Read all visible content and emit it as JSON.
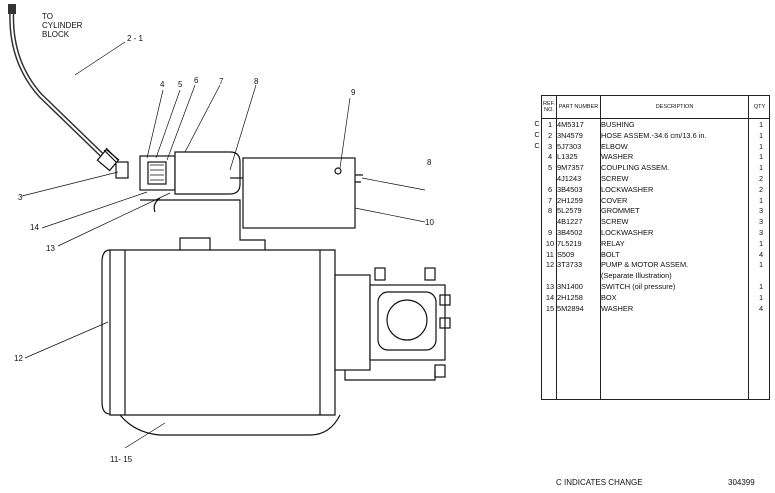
{
  "diagram": {
    "to_label": [
      "TO",
      "CYLINDER",
      "BLOCK"
    ],
    "callouts": {
      "c2_1": "2 - 1",
      "c3": "3",
      "c4": "4",
      "c5": "5",
      "c6": "6",
      "c7": "7",
      "c8a": "8",
      "c8b": "8",
      "c9": "9",
      "c10": "10",
      "c12": "12",
      "c13": "13",
      "c14": "14",
      "c11_15": "11- 15"
    }
  },
  "table": {
    "headers": {
      "ref": "REF. NO.",
      "part": "PART NUMBER",
      "desc": "DESCRIPTION",
      "qty": "QTY"
    },
    "rows": [
      {
        "chg": "C",
        "ref": "1",
        "pn": "4M5317",
        "desc": "BUSHING",
        "qty": "1"
      },
      {
        "chg": "C",
        "ref": "2",
        "pn": "3N4579",
        "desc": "HOSE ASSEM.-34.6 cm/13.6 in.",
        "qty": "1"
      },
      {
        "chg": "C",
        "ref": "3",
        "pn": "5J7303",
        "desc": "ELBOW",
        "qty": "1"
      },
      {
        "chg": "",
        "ref": "4",
        "pn": "L1325",
        "desc": "WASHER",
        "qty": "1"
      },
      {
        "chg": "",
        "ref": "5",
        "pn": "9M7357",
        "desc": "COUPLING ASSEM.",
        "qty": "1"
      },
      {
        "chg": "",
        "ref": "",
        "pn": "4J1243",
        "desc": "SCREW",
        "qty": "2"
      },
      {
        "chg": "",
        "ref": "6",
        "pn": "3B4503",
        "desc": "LOCKWASHER",
        "qty": "2"
      },
      {
        "chg": "",
        "ref": "7",
        "pn": "2H1259",
        "desc": "COVER",
        "qty": "1"
      },
      {
        "chg": "",
        "ref": "8",
        "pn": "5L2579",
        "desc": "GROMMET",
        "qty": "3"
      },
      {
        "chg": "",
        "ref": "",
        "pn": "4B1227",
        "desc": "SCREW",
        "qty": "3"
      },
      {
        "chg": "",
        "ref": "9",
        "pn": "3B4502",
        "desc": "LOCKWASHER",
        "qty": "3"
      },
      {
        "chg": "",
        "ref": "10",
        "pn": "7L5219",
        "desc": "RELAY",
        "qty": "1"
      },
      {
        "chg": "",
        "ref": "11",
        "pn": "S509",
        "desc": "BOLT",
        "qty": "4"
      },
      {
        "chg": "",
        "ref": "12",
        "pn": "3T3733",
        "desc": "PUMP & MOTOR ASSEM.",
        "qty": "1"
      },
      {
        "chg": "",
        "ref": "",
        "pn": "",
        "desc": "(Separate Illustration)",
        "qty": ""
      },
      {
        "chg": "",
        "ref": "13",
        "pn": "3N1400",
        "desc": "SWITCH (oil pressure)",
        "qty": "1"
      },
      {
        "chg": "",
        "ref": "14",
        "pn": "2H1258",
        "desc": "BOX",
        "qty": "1"
      },
      {
        "chg": "",
        "ref": "15",
        "pn": "5M2894",
        "desc": "WASHER",
        "qty": "4"
      }
    ]
  },
  "footer": {
    "note": "C INDICATES CHANGE",
    "id": "304399"
  }
}
